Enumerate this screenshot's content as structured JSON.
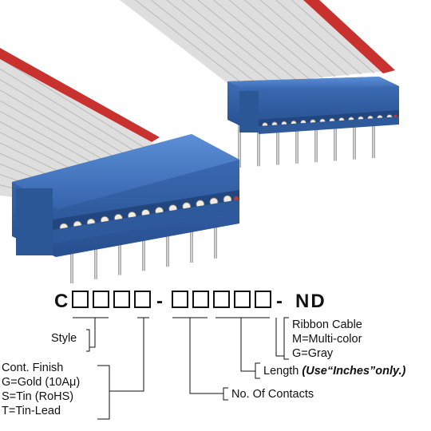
{
  "part_number": {
    "prefix": "C",
    "group1_slots": [
      "□",
      "□",
      "□",
      "□"
    ],
    "dash1": "-",
    "group2_slots": [
      "□",
      "□",
      "□",
      "□",
      "□"
    ],
    "dash2": "-",
    "suffix": "ND"
  },
  "legend": {
    "style": "Style",
    "finish": {
      "title": "Cont. Finish",
      "options": [
        "G=Gold (10Aμ)",
        "S=Tin (RoHS)",
        "T=Tin-Lead"
      ]
    },
    "contacts": "No. Of Contacts",
    "length": {
      "label": "Length ",
      "note": "(Use“Inches”only.)"
    },
    "cable": {
      "title": "Ribbon Cable",
      "options": [
        "M=Multi-color",
        "G=Gray"
      ]
    }
  },
  "colors": {
    "connector_blue": "#3b6db5",
    "ribbon_gray": "#d8d8d8",
    "ribbon_red_stripe": "#c8312d",
    "pin_metal": "#b8b8b8"
  }
}
